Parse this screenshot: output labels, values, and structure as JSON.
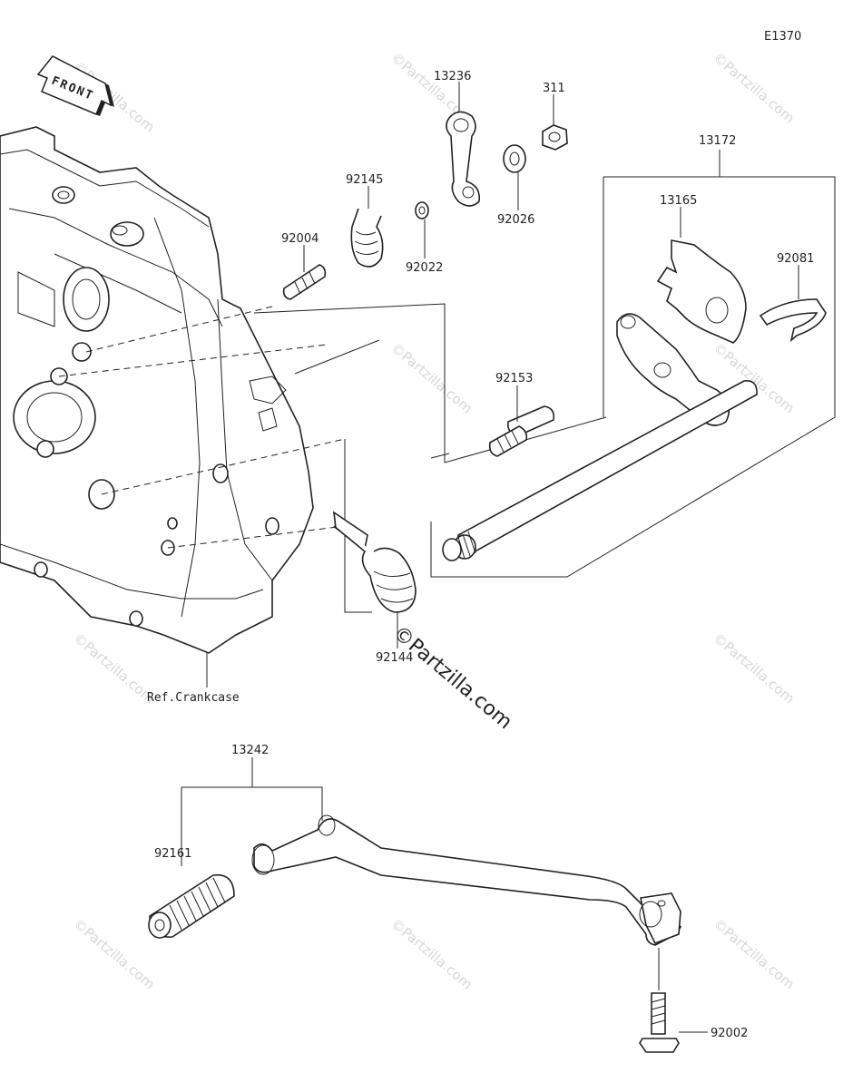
{
  "diagram_code": "E1370",
  "front_label": "FRONT",
  "crankcase_ref": "Ref.Crankcase",
  "watermark_small": "©Partzilla.com",
  "watermark_large": "©Partzilla.com",
  "parts": {
    "p13236": "13236",
    "p311": "311",
    "p13172": "13172",
    "p92145": "92145",
    "p13165": "13165",
    "p92004": "92004",
    "p92022": "92022",
    "p92026": "92026",
    "p92081": "92081",
    "p92153": "92153",
    "p92144": "92144",
    "p13242": "13242",
    "p92161": "92161",
    "p92002": "92002"
  }
}
